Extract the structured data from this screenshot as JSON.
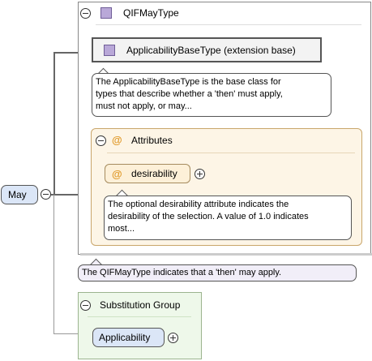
{
  "complex_type": {
    "name": "QIFMayType",
    "documentation": "The QIFMayType indicates that a 'then' may apply."
  },
  "base": {
    "label": "ApplicabilityBaseType (extension base)",
    "documentation_lines": [
      "The ApplicabilityBaseType is the base class for",
      "types that describe whether a 'then' must apply,",
      "must not apply, or may..."
    ]
  },
  "attributes": {
    "title": "Attributes",
    "item": {
      "name": "desirability",
      "documentation_lines": [
        "The optional desirability attribute indicates the",
        "desirability of the selection. A value of 1.0 indicates",
        "most..."
      ]
    }
  },
  "element": {
    "name": "May"
  },
  "substitution_group": {
    "title": "Substitution Group",
    "item": "Applicability"
  },
  "colors": {
    "element_fill": "#dbe6f7",
    "attribute_fill": "#fdf5e6",
    "substitution_fill": "#eef8ea",
    "doc_fill": "#f1eef8"
  }
}
